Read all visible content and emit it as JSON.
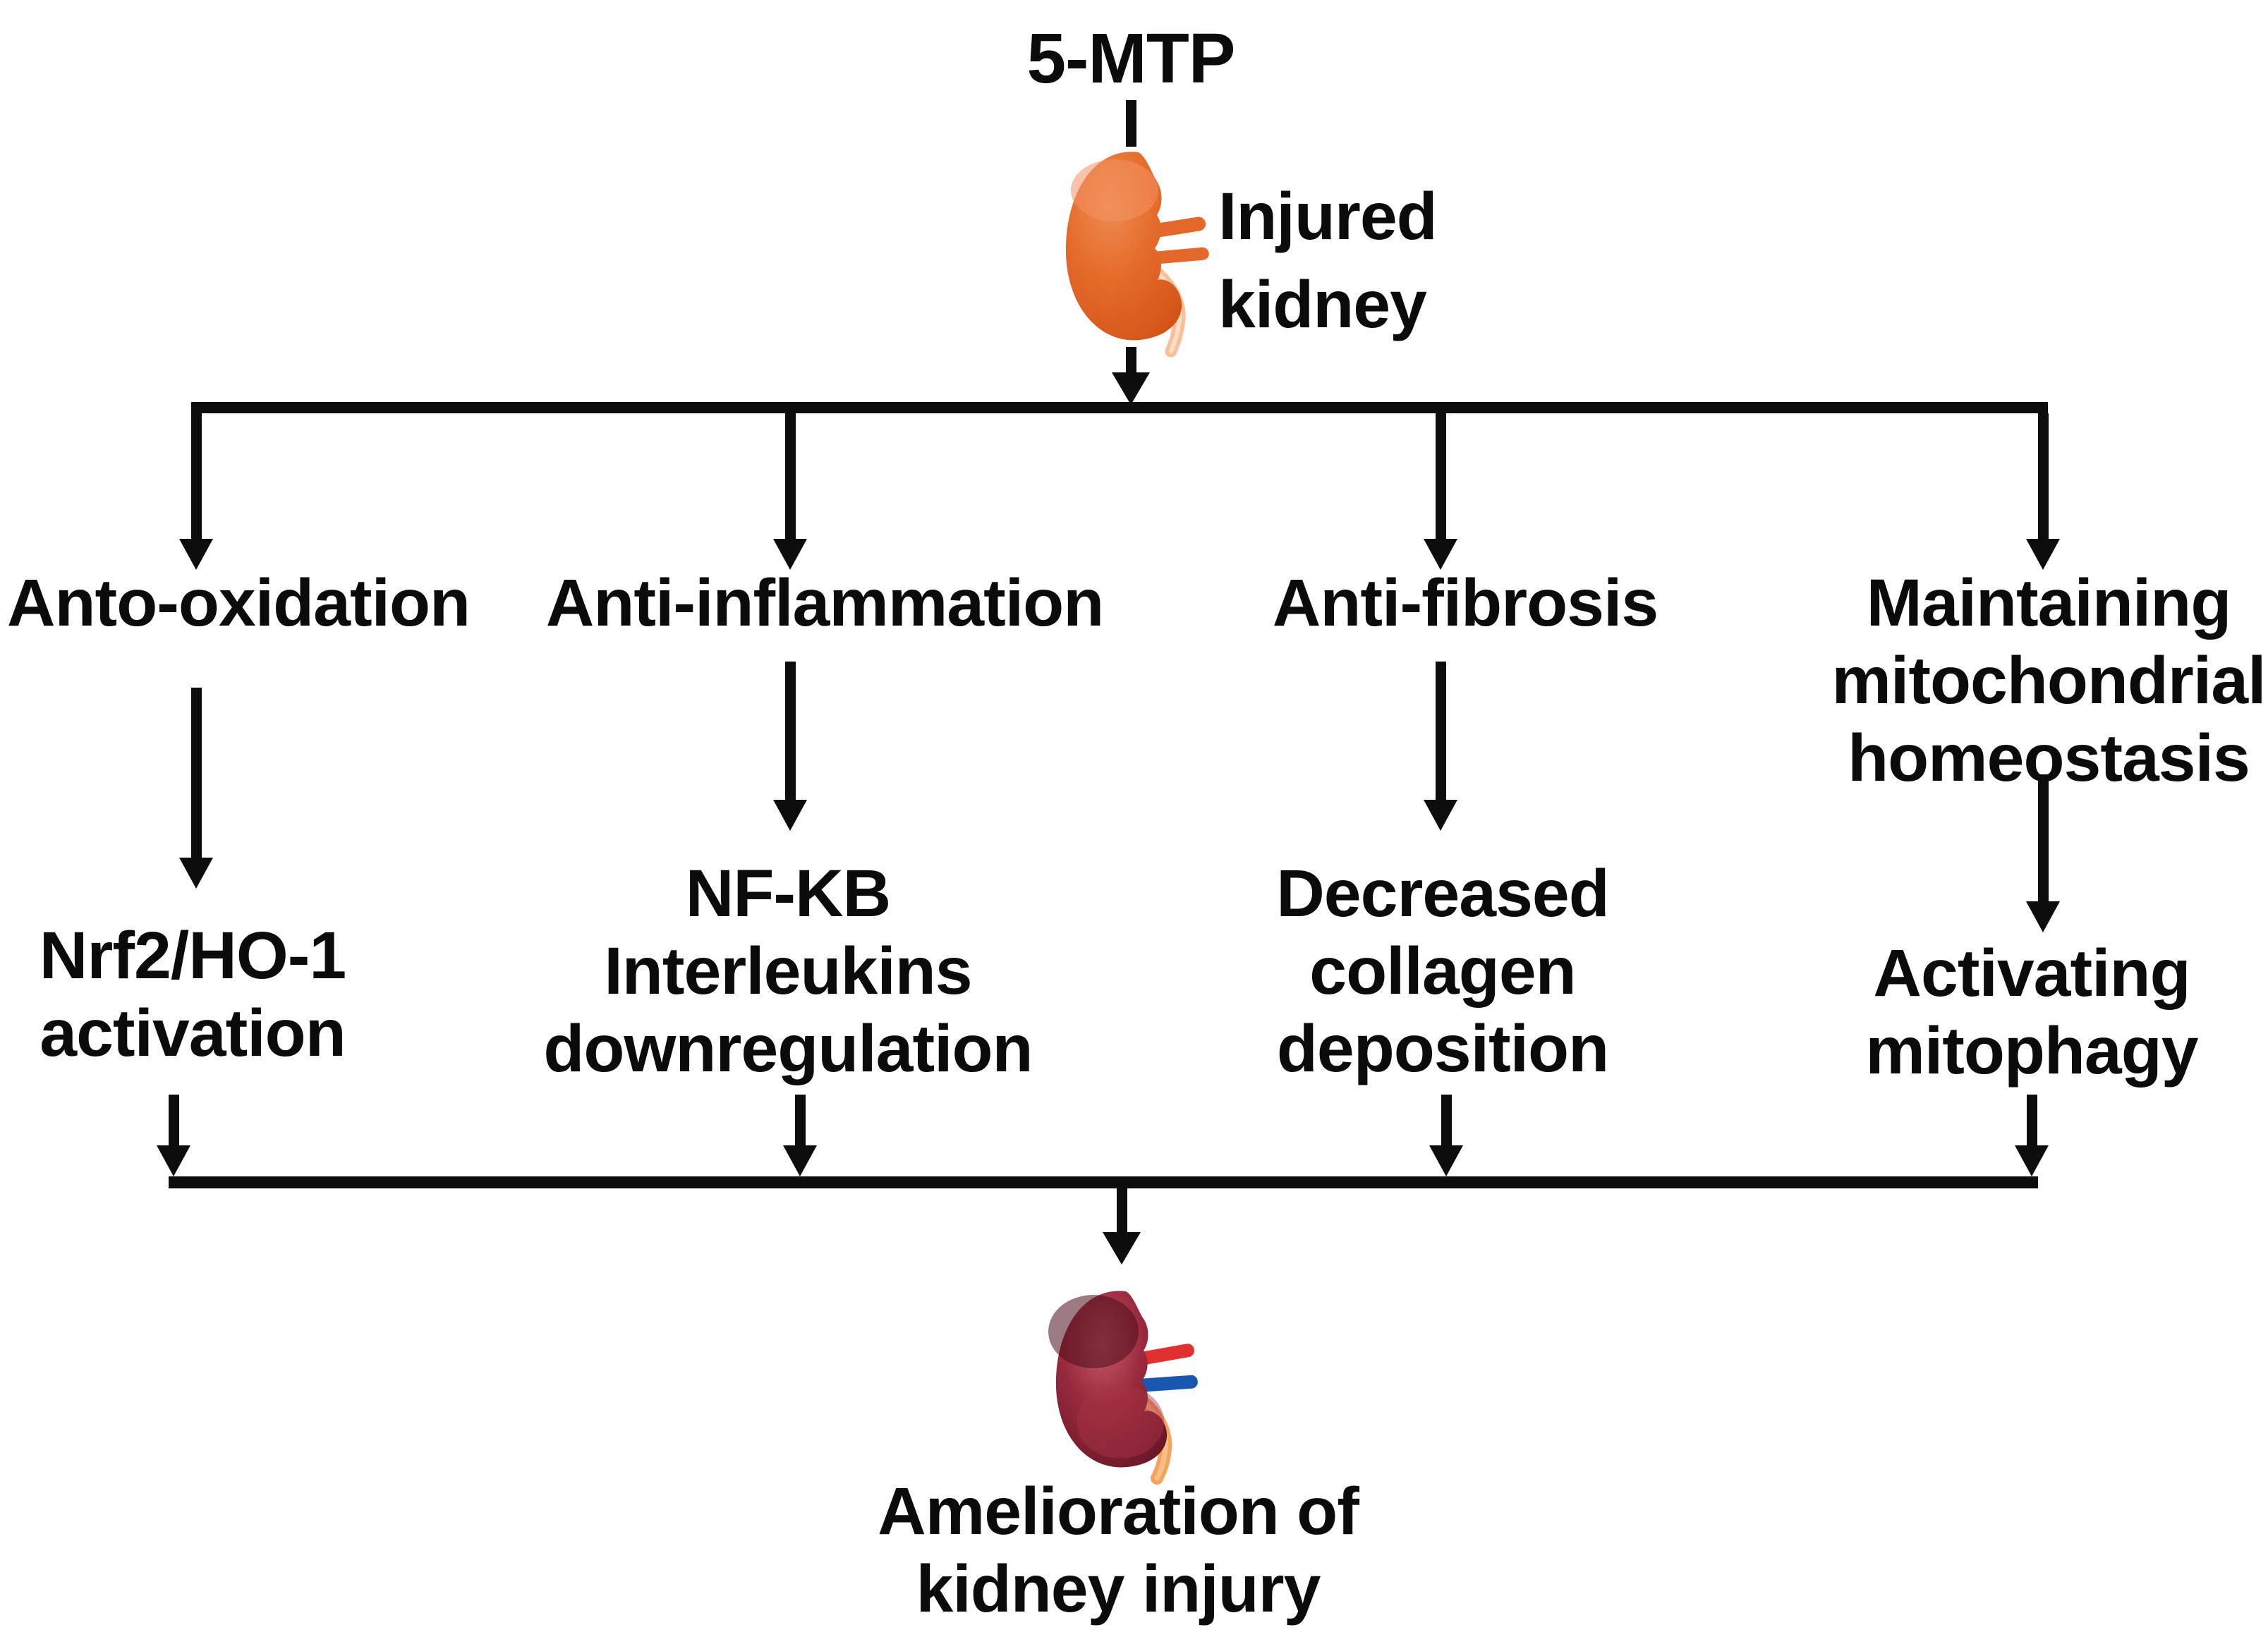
{
  "title": "5-MTP",
  "injured_kidney": {
    "icon": "injured-kidney",
    "lines": [
      "Injured",
      "kidney"
    ]
  },
  "branches": [
    {
      "label_lines": [
        "Anto-oxidation"
      ],
      "result_lines": [
        "Nrf2/HO-1",
        "activation"
      ]
    },
    {
      "label_lines": [
        "Anti-inflammation"
      ],
      "result_lines": [
        "NF-KB",
        "Interleukins",
        "downregulation"
      ]
    },
    {
      "label_lines": [
        "Anti-fibrosis"
      ],
      "result_lines": [
        "Decreased",
        "collagen",
        "deposition"
      ]
    },
    {
      "label_lines": [
        "Maintaining",
        "mitochondrial",
        "homeostasis"
      ],
      "result_lines": [
        "Activating",
        "mitophagy"
      ]
    }
  ],
  "outcome": {
    "icon": "healthy-kidney",
    "lines": [
      "Amelioration of",
      "kidney injury"
    ]
  },
  "colors": {
    "background": "#FFFFFF",
    "text": "#0B0B0B",
    "line": "#0D0D0D",
    "injured_kidney_main": "#E0601F",
    "injured_kidney_light": "#EF8C51",
    "injured_kidney_dark": "#D35317",
    "injured_vessel": "#E4672B",
    "injured_ureter": "#F7C09B",
    "healthy_kidney_main": "#8C2335",
    "healthy_kidney_light": "#C45B6B",
    "healthy_kidney_dark": "#4A0D1A",
    "renal_artery": "#E03030",
    "renal_vein": "#1A57B0",
    "healthy_ureter": "#F5A35C"
  }
}
